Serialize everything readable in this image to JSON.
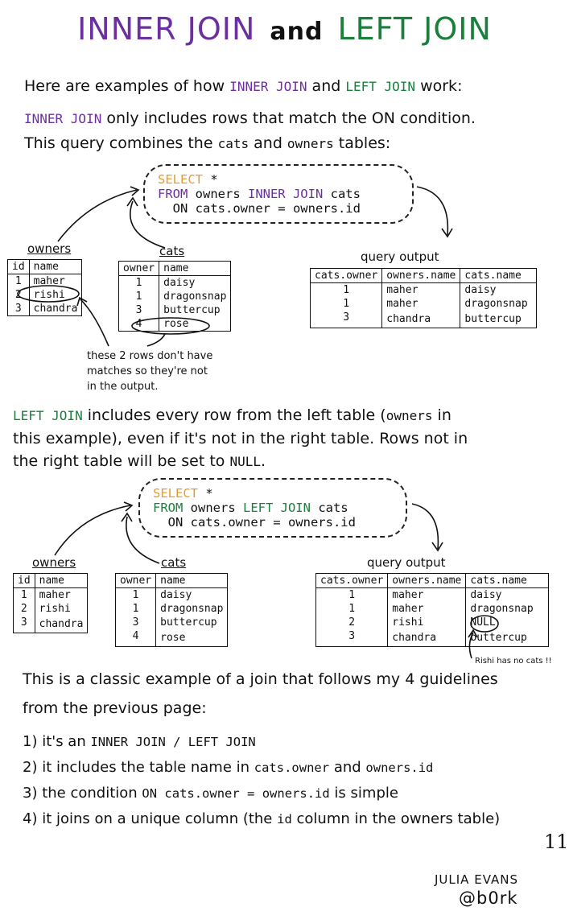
{
  "title": {
    "inner": "INNER JOIN",
    "and": "and",
    "left": "LEFT JOIN"
  },
  "intro": {
    "pre": "Here are examples of how ",
    "inner": "INNER JOIN",
    "mid": " and ",
    "left": "LEFT JOIN",
    "post": " work:"
  },
  "inner_desc": {
    "kw": "INNER JOIN",
    "l1": " only includes rows that match the ON condition.",
    "l2a": "This query combines the ",
    "cats": "cats",
    "l2b": " and ",
    "owners": "owners",
    "l2c": " tables:"
  },
  "query1": {
    "select": "SELECT",
    "star": " *",
    "from": "FROM",
    "from_rest1": " owners ",
    "join": "INNER JOIN",
    "from_rest2": " cats",
    "on": "  ON cats.owner = owners.id"
  },
  "query2": {
    "select": "SELECT",
    "star": " *",
    "from": "FROM",
    "from_rest1": " owners ",
    "join": "LEFT JOIN",
    "from_rest2": " cats",
    "on": "  ON cats.owner = owners.id"
  },
  "owners_table": {
    "label": "owners",
    "headers": [
      "id",
      "name"
    ],
    "rows": [
      [
        "1",
        "maher"
      ],
      [
        "2",
        "rishi"
      ],
      [
        "3",
        "chandra"
      ]
    ]
  },
  "cats_table": {
    "label": "cats",
    "headers": [
      "owner",
      "name"
    ],
    "rows": [
      [
        "1",
        "daisy"
      ],
      [
        "1",
        "dragonsnap"
      ],
      [
        "3",
        "buttercup"
      ],
      [
        "4",
        "rose"
      ]
    ]
  },
  "output1": {
    "label": "query output",
    "headers": [
      "cats.owner",
      "owners.name",
      "cats.name"
    ],
    "rows": [
      [
        "1",
        "maher",
        "daisy"
      ],
      [
        "1",
        "maher",
        "dragonsnap"
      ],
      [
        "3",
        "chandra",
        "buttercup"
      ]
    ]
  },
  "output2": {
    "label": "query output",
    "headers": [
      "cats.owner",
      "owners.name",
      "cats.name"
    ],
    "rows": [
      [
        "1",
        "maher",
        "daisy"
      ],
      [
        "1",
        "maher",
        "dragonsnap"
      ],
      [
        "2",
        "rishi",
        "NULL"
      ],
      [
        "3",
        "chandra",
        "buttercup"
      ]
    ]
  },
  "note1": {
    "l1": "these 2 rows don't have",
    "l2": "matches so they're not",
    "l3": "in the output."
  },
  "note2": "Rishi has no cats !!",
  "left_desc": {
    "kw": "LEFT JOIN",
    "l1a": " includes every row from the left table (",
    "owners": "owners",
    "l1b": " in",
    "l2": "this example), even if it's not in the right table. Rows not in",
    "l3a": "the right table will be set to ",
    "null": "NULL",
    "l3b": "."
  },
  "summary": {
    "l1": "This is a classic example of a join that follows my 4 guidelines",
    "l2": "from the previous page:"
  },
  "guidelines": {
    "g1a": "1) it's an ",
    "g1b": "INNER JOIN / LEFT JOIN",
    "g2a": "2) it includes the table name in ",
    "g2b": "cats.owner",
    "g2c": " and ",
    "g2d": "owners.id",
    "g3a": "3) the condition ",
    "g3b": "ON cats.owner = owners.id",
    "g3c": " is simple",
    "g4a": "4) it joins on a unique column (the ",
    "g4b": "id",
    "g4c": " column in the owners table)"
  },
  "page_number": "11",
  "signature": {
    "name": "JULIA EVANS",
    "handle": "@b0rk"
  },
  "colors": {
    "inner": "#6b2fa0",
    "left": "#1a7f3c",
    "select": "#e89a2b"
  }
}
